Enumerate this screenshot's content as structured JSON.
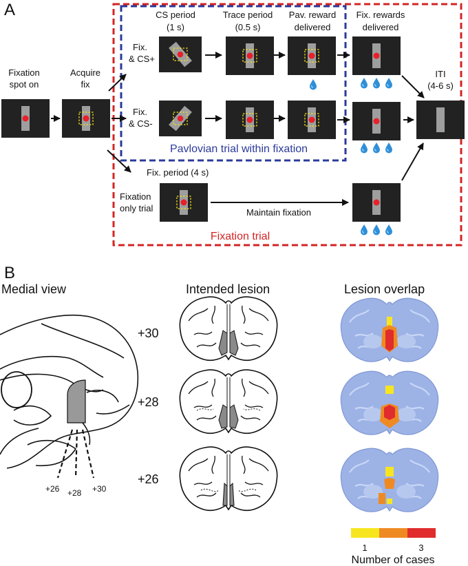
{
  "panel_a": {
    "letter": "A",
    "fixation_spot_on": [
      "Fixation",
      "spot on"
    ],
    "acquire_fix": [
      "Acquire",
      "fix"
    ],
    "cs_period": [
      "CS period",
      "(1 s)"
    ],
    "trace_period": [
      "Trace period",
      "(0.5 s)"
    ],
    "pav_reward": [
      "Pav. reward",
      "delivered"
    ],
    "fix_rewards": [
      "Fix. rewards",
      "delivered"
    ],
    "iti": [
      "ITI",
      "(4-6 s)"
    ],
    "fix_cs_plus": [
      "Fix.",
      "& CS+"
    ],
    "fix_cs_minus": [
      "Fix.",
      "& CS-"
    ],
    "pavlovian_label": "Pavlovian trial within fixation",
    "fix_period": "Fix. period (4 s)",
    "fixation_only": [
      "Fixation",
      "only trial"
    ],
    "maintain_fixation": "Maintain fixation",
    "fixation_trial_label": "Fixation trial",
    "colors": {
      "blue_box": "#2b3a9a",
      "red_box": "#d32424",
      "screen": "#222222",
      "bar": "#9e9e9e",
      "dot": "#e8202a",
      "cue": "#f2e21a",
      "drop": "#2f8fd8"
    }
  },
  "panel_b": {
    "letter": "B",
    "medial_view": "Medial view",
    "intended_lesion": "Intended lesion",
    "lesion_overlap": "Lesion overlap",
    "levels": [
      "+30",
      "+28",
      "+26"
    ],
    "medial_levels": [
      "+26",
      "+28",
      "+30"
    ],
    "legend": {
      "ticks": [
        "1",
        "3"
      ],
      "title": "Number of cases",
      "colors": [
        "#f7e51f",
        "#ef8a22",
        "#e02c2c"
      ]
    },
    "brain_color": "#9db3e6"
  }
}
